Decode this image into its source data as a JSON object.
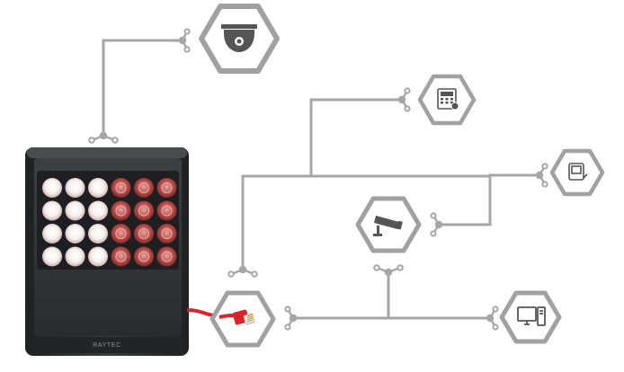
{
  "illuminator": {
    "brand": "RAYTEC",
    "led_rows": 4,
    "white_leds_per_row": 3,
    "ir_leds_per_row": 3
  },
  "devices": [
    {
      "name": "dome-camera",
      "icon": "dome-camera-icon"
    },
    {
      "name": "access-control",
      "icon": "access-control-keypad-icon"
    },
    {
      "name": "intercom",
      "icon": "intercom-monitor-icon"
    },
    {
      "name": "cctv-camera",
      "icon": "cctv-camera-icon"
    },
    {
      "name": "ethernet-network",
      "icon": "ethernet-plug-icon"
    },
    {
      "name": "pc-workstation",
      "icon": "desktop-computer-icon"
    }
  ],
  "colors": {
    "line": "#a6a6a6",
    "hex_border": "#a1a1a1",
    "icon": "#555555",
    "cable": "#d9252a",
    "body": "#2f3133",
    "white_led": "#f6f0ee",
    "ir_led": "#c0504d"
  }
}
